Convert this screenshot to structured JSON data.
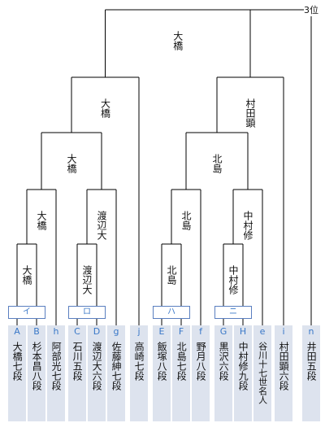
{
  "rank_label": "3位",
  "colors": {
    "line": "#000000",
    "column_bg": "#dde3ee",
    "code_text": "#3a78c8",
    "group_border": "#5a7fc0"
  },
  "players": [
    {
      "code": "A",
      "name": "大橋七段"
    },
    {
      "code": "B",
      "name": "杉本昌八段"
    },
    {
      "code": "h",
      "name": "阿部光七段"
    },
    {
      "code": "C",
      "name": "石川五段"
    },
    {
      "code": "D",
      "name": "渡辺大六段"
    },
    {
      "code": "g",
      "name": "佐藤紳七段"
    },
    {
      "code": "j",
      "name": "高崎七段"
    },
    {
      "code": "E",
      "name": "飯塚八段"
    },
    {
      "code": "F",
      "name": "北島七段"
    },
    {
      "code": "f",
      "name": "野月八段"
    },
    {
      "code": "G",
      "name": "黒沢六段"
    },
    {
      "code": "H",
      "name": "中村修九段"
    },
    {
      "code": "e",
      "name": "谷川十七世名人"
    },
    {
      "code": "i",
      "name": "村田顕六段"
    },
    {
      "code": "n",
      "name": "井田五段"
    }
  ],
  "groups": [
    "イ",
    "ロ",
    "ハ",
    "ニ"
  ],
  "winners": {
    "final": "大橋",
    "semi_left": "大橋",
    "semi_right": "村田顕",
    "qf_left": "大橋",
    "qf_right": "北島",
    "r3_left_a": "大橋",
    "r3_left_b": "渡辺大",
    "r3_right_a": "北島",
    "r3_right_b": "中村修",
    "r2_i": "大橋",
    "r2_ro": "渡辺大",
    "r2_ha": "北島",
    "r2_ni": "中村修"
  }
}
